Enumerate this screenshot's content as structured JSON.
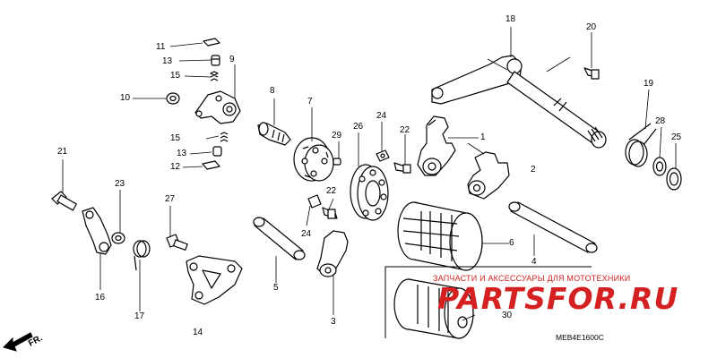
{
  "callouts": {
    "c1": "1",
    "c2": "2",
    "c3": "3",
    "c4": "4",
    "c5": "5",
    "c6": "6",
    "c7": "7",
    "c8": "8",
    "c9": "9",
    "c10": "10",
    "c11": "11",
    "c12": "12",
    "c13a": "13",
    "c13b": "13",
    "c14": "14",
    "c15a": "15",
    "c15b": "15",
    "c16": "16",
    "c17": "17",
    "c18": "18",
    "c19": "19",
    "c20": "20",
    "c21": "21",
    "c22a": "22",
    "c22b": "22",
    "c23": "23",
    "c24a": "24",
    "c24b": "24",
    "c25": "25",
    "c26": "26",
    "c27": "27",
    "c28": "28",
    "c29": "29",
    "c30": "30"
  },
  "watermark": {
    "tagline": "ЗАПЧАСТИ И АКСЕССУАРЫ ДЛЯ МОТОТЕХНИКИ",
    "logo": "PARTSFOR.RU"
  },
  "direction_label": "FR.",
  "diagram_code": "MEB4E1600C",
  "colors": {
    "line": "#000000",
    "watermark": "#d42020",
    "background": "#ffffff"
  }
}
